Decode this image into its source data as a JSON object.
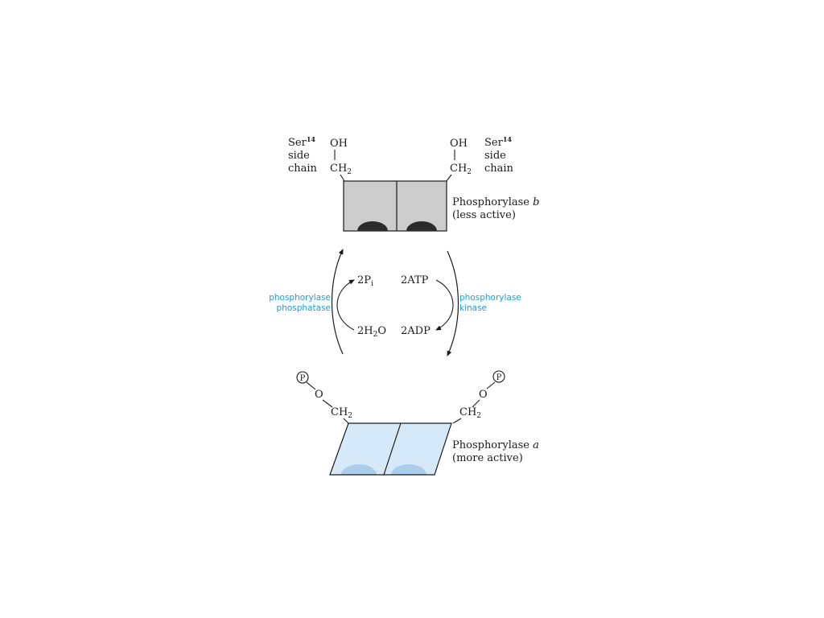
{
  "top": {
    "left_label": {
      "line1": "Ser",
      "sup": "14",
      "line2": "side",
      "line3": "chain"
    },
    "right_label": {
      "line1": "Ser",
      "sup": "14",
      "line2": "side",
      "line3": "chain"
    },
    "oh": "OH",
    "ch2_main": "CH",
    "ch2_sub": "2",
    "enzyme_name": "Phosphorylase ",
    "enzyme_letter": "b",
    "enzyme_note": "(less active)"
  },
  "cycle": {
    "pi_main": "2P",
    "pi_sub": "i",
    "atp": "2ATP",
    "water_a": "2H",
    "water_sub": "2",
    "water_b": "O",
    "adp": "2ADP",
    "left_enzyme": [
      "phosphorylase",
      "phosphatase"
    ],
    "right_enzyme": [
      "phosphorylase",
      "kinase"
    ]
  },
  "bottom": {
    "p_symbol": "P",
    "o": "O",
    "ch2_main": "CH",
    "ch2_sub": "2",
    "enzyme_name": "Phosphorylase ",
    "enzyme_letter": "a",
    "enzyme_note": "(more active)"
  },
  "colors": {
    "b_fill": "#cccccc",
    "b_active_site": "#2b2b2b",
    "a_fill": "#d6e9f8",
    "a_active_site": "#a9cdea",
    "enzyme_text": "#1ea0d8"
  }
}
